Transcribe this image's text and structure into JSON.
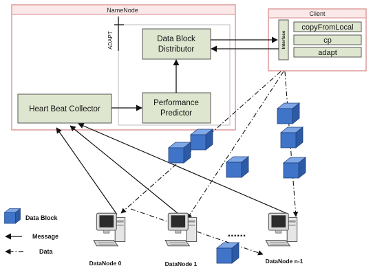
{
  "namenode": {
    "title": "NameNode",
    "adapt_label": "ADAPT",
    "distributor_line1": "Data Block",
    "distributor_line2": "Distributor",
    "collector": "Heart Beat Collector",
    "predictor_line1": "Performance",
    "predictor_line2": "Predictor"
  },
  "client": {
    "title": "Client",
    "interface_label": "Interface",
    "commands": [
      "copyFromLocal",
      "cp",
      "adapt"
    ]
  },
  "dots": "......",
  "datanodes": [
    "DataNode 0",
    "DataNode 1",
    "DataNode n-1"
  ],
  "legend": {
    "data_block": "Data Block",
    "message": "Message",
    "data": "Data"
  },
  "colors": {
    "namenode_border": "#d98a8a",
    "namenode_header": "#fbe9e9",
    "component_fill": "#dfe6cf",
    "component_border": "#555555",
    "block_front": "#3f74c9",
    "block_top": "#7fa7e6",
    "block_side": "#2d5aa4"
  }
}
